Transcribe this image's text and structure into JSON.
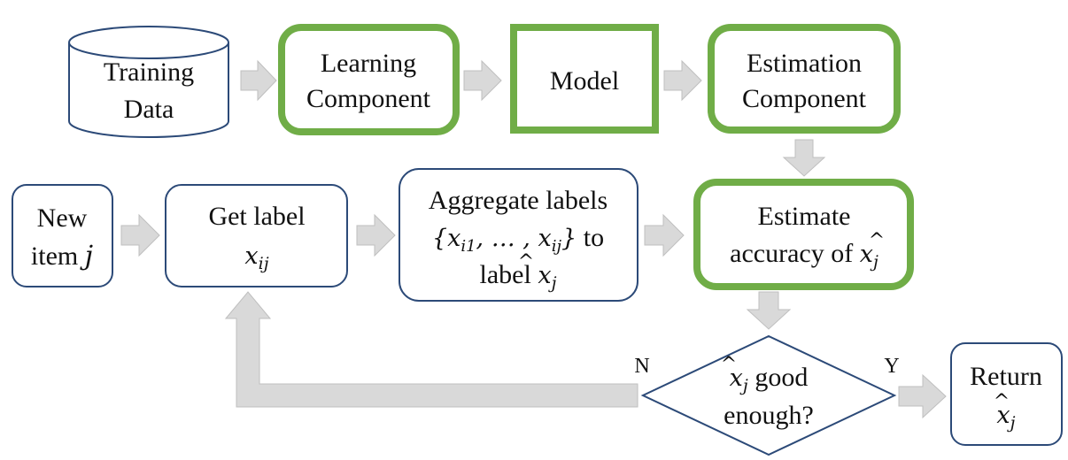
{
  "colors": {
    "box_border": "#2c4a78",
    "green_border": "#70ad47",
    "arrow_fill": "#d9d9d9",
    "arrow_stroke": "#bfbfbf",
    "text": "#111111"
  },
  "nodes": {
    "training_data": {
      "line1": "Training",
      "line2": "Data"
    },
    "learning_component": {
      "line1": "Learning",
      "line2": "Component"
    },
    "model": {
      "label": "Model"
    },
    "estimation_component": {
      "line1": "Estimation",
      "line2": "Component"
    },
    "new_item": {
      "line1": "New",
      "line2_text": "item ",
      "line2_math": "j"
    },
    "get_label": {
      "line1": "Get label",
      "math_base": "x",
      "math_sub": "ij"
    },
    "aggregate": {
      "line1": "Aggregate labels",
      "set_open": "{",
      "set_x1": "x",
      "set_sub1": "i1",
      "set_mid": ", … , ",
      "set_x2": "x",
      "set_sub2": "ij",
      "set_close": "}",
      "to": " to",
      "line3_text": "label ",
      "math_base": "x",
      "math_hat": "^",
      "math_sub": "j"
    },
    "estimate_accuracy": {
      "line1": "Estimate",
      "line2_text": "accuracy of ",
      "math_base": "x",
      "math_hat": "^",
      "math_sub": "j"
    },
    "decision": {
      "math_base": "x",
      "math_hat": "^",
      "math_sub": "j",
      "line1_text": " good",
      "line2": "enough?",
      "no_label": "N",
      "yes_label": "Y"
    },
    "return_node": {
      "line1": "Return",
      "math_base": "x",
      "math_hat": "^",
      "math_sub": "j"
    }
  }
}
